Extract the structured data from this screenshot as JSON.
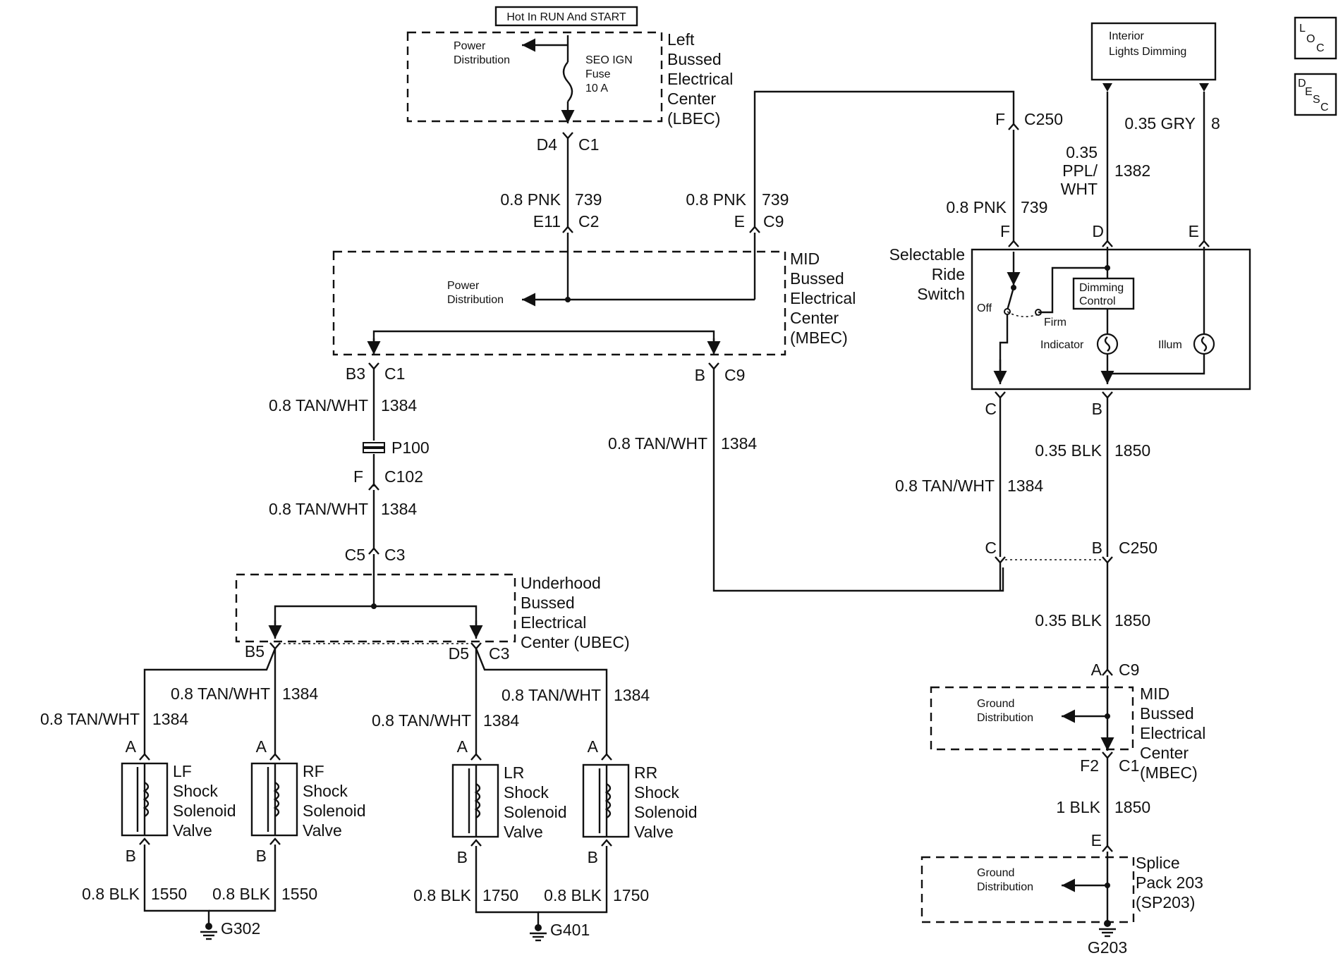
{
  "title_box": "Hot In RUN And START",
  "lbec": {
    "power_distribution": [
      "Power",
      "Distribution"
    ],
    "fuse": [
      "SEO IGN",
      "Fuse",
      "10 A"
    ],
    "name": [
      "Left",
      "Bussed",
      "Electrical",
      "Center",
      "(LBEC)"
    ],
    "conn_left": "D4",
    "conn_right": "C1"
  },
  "wires": {
    "w1_color": "0.8 PNK",
    "w1_circuit": "739",
    "w2_color": "0.8 PNK",
    "w2_circuit": "739",
    "w3_color": "0.8 PNK",
    "w3_circuit": "739",
    "w4_color": "0.35",
    "w4_color2": "PPL/",
    "w4_color3": "WHT",
    "w4_circuit": "1382",
    "w5_color": "0.35 GRY",
    "w5_circuit": "8",
    "tan_color": "0.8 TAN/WHT",
    "tan_circuit": "1384",
    "blk035_color": "0.35 BLK",
    "blk_circuit": "1850",
    "blk1_color": "1 BLK",
    "blk08_color": "0.8 BLK",
    "c1550": "1550",
    "c1750": "1750"
  },
  "mbec_top": {
    "power_distribution": [
      "Power",
      "Distribution"
    ],
    "name": [
      "MID",
      "Bussed",
      "Electrical",
      "Center",
      "(MBEC)"
    ],
    "e11": "E11",
    "c2": "C2",
    "e": "E",
    "c9": "C9",
    "b3": "B3",
    "c1": "C1",
    "b": "B"
  },
  "p100": "P100",
  "c102": {
    "pin": "F",
    "name": "C102"
  },
  "c3": {
    "pin": "C5",
    "name": "C3"
  },
  "ubec": {
    "name": [
      "Underhood",
      "Bussed",
      "Electrical",
      "Center (UBEC)"
    ],
    "b5": "B5",
    "d5": "D5",
    "c3": "C3"
  },
  "valves": [
    {
      "name": [
        "LF",
        "Shock",
        "Solenoid",
        "Valve"
      ]
    },
    {
      "name": [
        "RF",
        "Shock",
        "Solenoid",
        "Valve"
      ]
    },
    {
      "name": [
        "LR",
        "Shock",
        "Solenoid",
        "Valve"
      ]
    },
    {
      "name": [
        "RR",
        "Shock",
        "Solenoid",
        "Valve"
      ]
    }
  ],
  "pin_a": "A",
  "pin_b": "B",
  "grounds": {
    "g302": "G302",
    "g401": "G401",
    "g203": "G203"
  },
  "interior_box": [
    "Interior",
    "Lights Dimming"
  ],
  "c250_top": {
    "pin": "F",
    "name": "C250"
  },
  "switch": {
    "name": [
      "Selectable",
      "Ride",
      "Switch"
    ],
    "off": "Off",
    "firm": "Firm",
    "dimming": [
      "Dimming",
      "Control"
    ],
    "indicator": "Indicator",
    "illum": "Illum",
    "pin_f": "F",
    "pin_d": "D",
    "pin_e": "E",
    "pin_c": "C",
    "pin_b": "B"
  },
  "c250_bottom": {
    "pin_c": "C",
    "pin_b": "B",
    "name": "C250"
  },
  "mbec_bottom": {
    "ground_distribution": [
      "Ground",
      "Distribution"
    ],
    "name": [
      "MID",
      "Bussed",
      "Electrical",
      "Center",
      "(MBEC)"
    ],
    "a": "A",
    "c9": "C9",
    "f2": "F2",
    "c1": "C1"
  },
  "sp203": {
    "ground_distribution": [
      "Ground",
      "Distribution"
    ],
    "name": [
      "Splice",
      "Pack 203",
      "(SP203)"
    ],
    "e": "E"
  },
  "icons": {
    "loc": [
      "L",
      "O",
      "C"
    ],
    "desc": [
      "D",
      "E",
      "S",
      "C"
    ]
  }
}
